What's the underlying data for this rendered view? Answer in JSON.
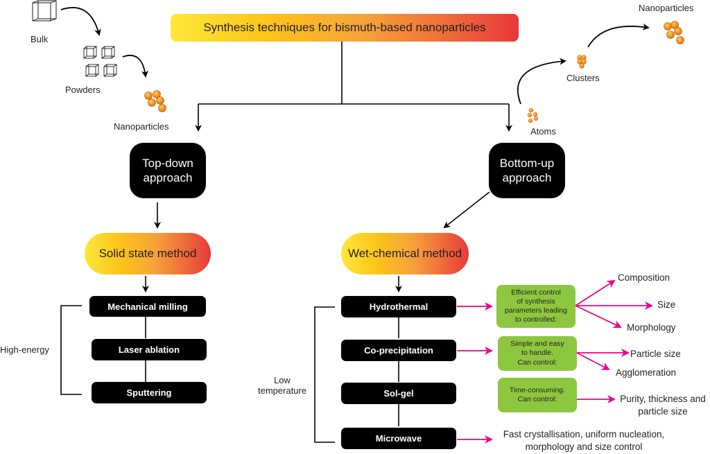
{
  "title": "Synthesis techniques for bismuth-based nanoparticles",
  "colors": {
    "gradient_start": "#fde83a",
    "gradient_end": "#e8383a",
    "approach_box": "#000000",
    "technique_box": "#000000",
    "info_box": "#8dc63f",
    "output_arrow": "#ec008c",
    "particle": "#f7941d"
  },
  "top_down_illustration": {
    "bulk_label": "Bulk",
    "powders_label": "Powders",
    "nanoparticles_label": "Nanoparticles"
  },
  "bottom_up_illustration": {
    "atoms_label": "Atoms",
    "clusters_label": "Clusters",
    "nanoparticles_label": "Nanoparticles"
  },
  "approaches": {
    "top_down": "Top-down\napproach",
    "bottom_up": "Bottom-up\napproach"
  },
  "methods": {
    "solid_state": "Solid state method",
    "wet_chemical": "Wet-chemical method"
  },
  "solid_state_group": {
    "bracket_label": "High-energy",
    "techniques": [
      "Mechanical milling",
      "Laser ablation",
      "Sputtering"
    ]
  },
  "wet_chemical_group": {
    "bracket_label": "Low\ntemperature",
    "techniques": [
      "Hydrothermal",
      "Co-precipitation",
      "Sol-gel",
      "Microwave"
    ]
  },
  "details": {
    "hydrothermal": {
      "note": "Efficient control\nof synthesis\nparameters leading\nto controlled:",
      "outputs": [
        "Composition",
        "Size",
        "Morphology"
      ]
    },
    "co_precipitation": {
      "note": "Simple and easy\nto handle.\nCan control:",
      "outputs": [
        "Particle size",
        "Agglomeration"
      ]
    },
    "sol_gel": {
      "note": "Time-consuming.\nCan control:",
      "outputs": [
        "Purity, thickness and\nparticle size"
      ]
    },
    "microwave": {
      "outputs": [
        "Fast crystallisation, uniform nucleation,\nmorphology  and size control"
      ]
    }
  }
}
